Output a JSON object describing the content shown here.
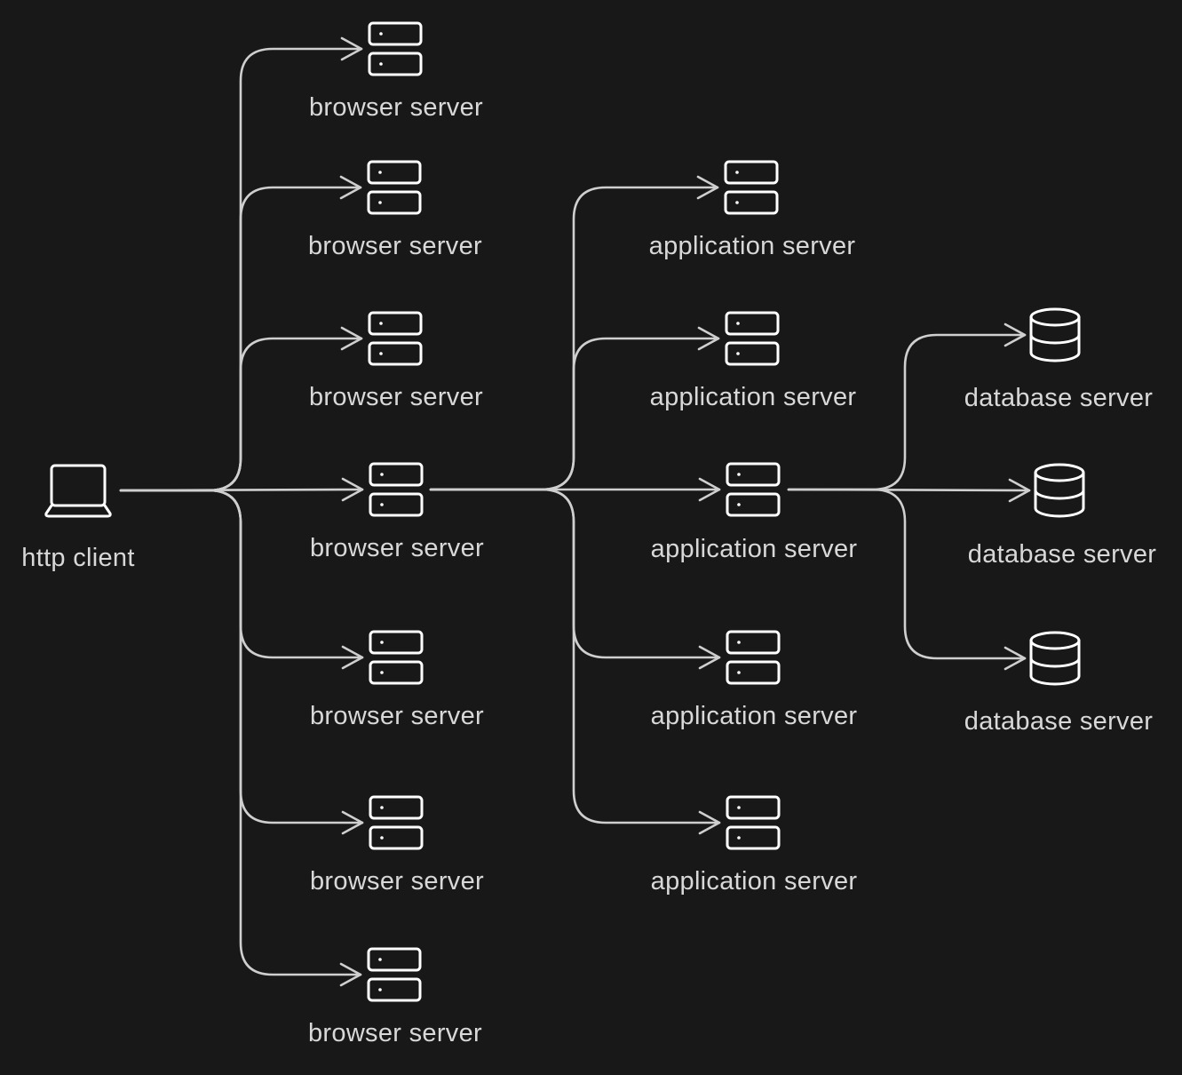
{
  "diagram": {
    "nodes": [
      {
        "id": "client",
        "label": "http client",
        "icon": "laptop-icon",
        "tier": "client"
      },
      {
        "id": "b1",
        "label": "browser server",
        "icon": "server-icon",
        "tier": "browser"
      },
      {
        "id": "b2",
        "label": "browser server",
        "icon": "server-icon",
        "tier": "browser"
      },
      {
        "id": "b3",
        "label": "browser server",
        "icon": "server-icon",
        "tier": "browser"
      },
      {
        "id": "b4",
        "label": "browser server",
        "icon": "server-icon",
        "tier": "browser"
      },
      {
        "id": "b5",
        "label": "browser server",
        "icon": "server-icon",
        "tier": "browser"
      },
      {
        "id": "b6",
        "label": "browser server",
        "icon": "server-icon",
        "tier": "browser"
      },
      {
        "id": "b7",
        "label": "browser server",
        "icon": "server-icon",
        "tier": "browser"
      },
      {
        "id": "a1",
        "label": "application server",
        "icon": "server-icon",
        "tier": "application"
      },
      {
        "id": "a2",
        "label": "application server",
        "icon": "server-icon",
        "tier": "application"
      },
      {
        "id": "a3",
        "label": "application server",
        "icon": "server-icon",
        "tier": "application"
      },
      {
        "id": "a4",
        "label": "application server",
        "icon": "server-icon",
        "tier": "application"
      },
      {
        "id": "a5",
        "label": "application server",
        "icon": "server-icon",
        "tier": "application"
      },
      {
        "id": "d1",
        "label": "database server",
        "icon": "database-icon",
        "tier": "database"
      },
      {
        "id": "d2",
        "label": "database server",
        "icon": "database-icon",
        "tier": "database"
      },
      {
        "id": "d3",
        "label": "database server",
        "icon": "database-icon",
        "tier": "database"
      }
    ],
    "edges": [
      {
        "from": "client",
        "to": "b1"
      },
      {
        "from": "client",
        "to": "b2"
      },
      {
        "from": "client",
        "to": "b3"
      },
      {
        "from": "client",
        "to": "b4"
      },
      {
        "from": "client",
        "to": "b5"
      },
      {
        "from": "client",
        "to": "b6"
      },
      {
        "from": "client",
        "to": "b7"
      },
      {
        "from": "b4",
        "to": "a1"
      },
      {
        "from": "b4",
        "to": "a2"
      },
      {
        "from": "b4",
        "to": "a3"
      },
      {
        "from": "b4",
        "to": "a4"
      },
      {
        "from": "b4",
        "to": "a5"
      },
      {
        "from": "a3",
        "to": "d1"
      },
      {
        "from": "a3",
        "to": "d2"
      },
      {
        "from": "a3",
        "to": "d3"
      }
    ],
    "colors": {
      "background": "#181818",
      "edge": "#cfcfcf",
      "icon": "#ffffff",
      "label": "#d8d8d8"
    }
  }
}
